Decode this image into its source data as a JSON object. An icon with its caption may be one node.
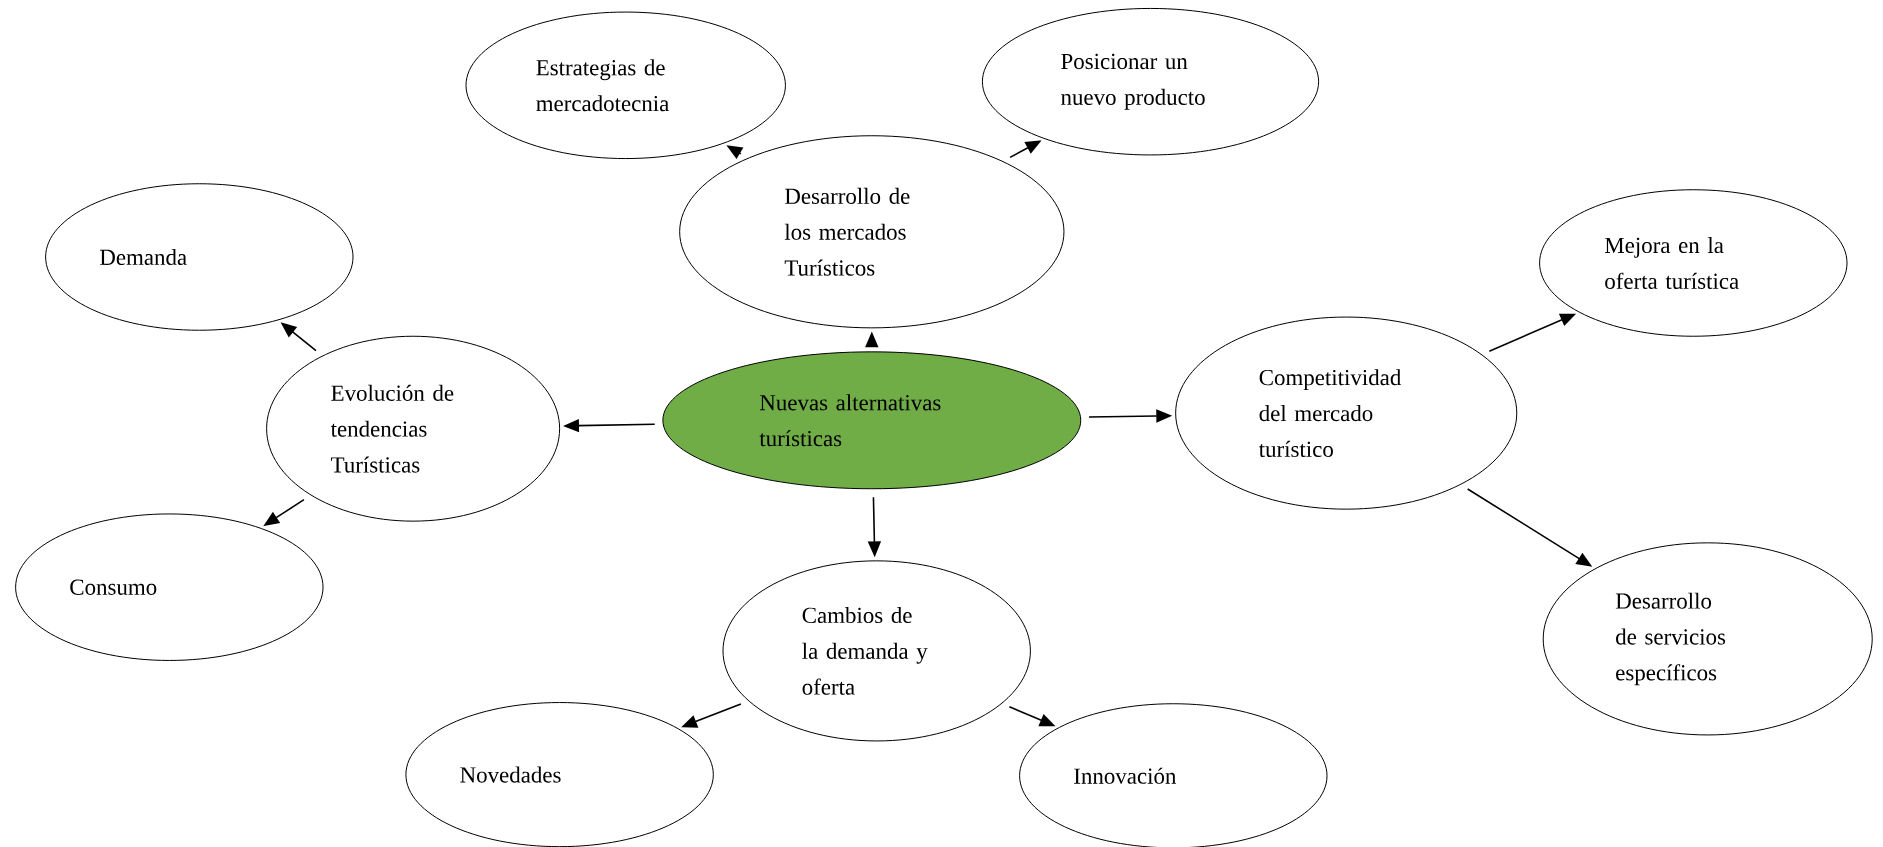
{
  "diagram": {
    "nodes": [
      {
        "text": [
          "Nuevas alternativas turísticas"
        ]
      },
      {
        "text": [
          "Desarrollo de los mercados Turísticos"
        ]
      },
      {
        "text": [
          "Estrategias de mercadotecnia"
        ]
      },
      {
        "text": [
          "Posicionar un nuevo producto"
        ]
      },
      {
        "text": [
          "Evolución de tendencias Turísticas"
        ]
      },
      {
        "text": [
          "Demanda"
        ]
      },
      {
        "text": [
          "Consumo"
        ]
      },
      {
        "text": [
          "Competitividad del mercado turístico"
        ]
      },
      {
        "text": [
          "Mejora en la oferta turística"
        ]
      },
      {
        "text": [
          "Desarrollo de servicios específicos"
        ]
      },
      {
        "text": [
          "Cambios de la demanda y oferta"
        ]
      },
      {
        "text": [
          "Novedades"
        ]
      },
      {
        "text": [
          "Innovación"
        ]
      }
    ],
    "edges": [
      {
        "from": 0,
        "to": 1,
        "arrow": "to"
      },
      {
        "from": 0,
        "to": 4,
        "arrow": "to"
      },
      {
        "from": 0,
        "to": 7,
        "arrow": "to"
      },
      {
        "from": 0,
        "to": 10,
        "arrow": "to"
      },
      {
        "from": 1,
        "to": 2,
        "arrow": "to"
      },
      {
        "from": 1,
        "to": 3,
        "arrow": "to"
      },
      {
        "from": 4,
        "to": 5,
        "arrow": "to"
      },
      {
        "from": 4,
        "to": 6,
        "arrow": "to"
      },
      {
        "from": 7,
        "to": 8,
        "arrow": "to"
      },
      {
        "from": 7,
        "to": 9,
        "arrow": "to"
      },
      {
        "from": 10,
        "to": 11,
        "arrow": "to"
      },
      {
        "from": 10,
        "to": 12,
        "arrow": "to"
      }
    ]
  }
}
